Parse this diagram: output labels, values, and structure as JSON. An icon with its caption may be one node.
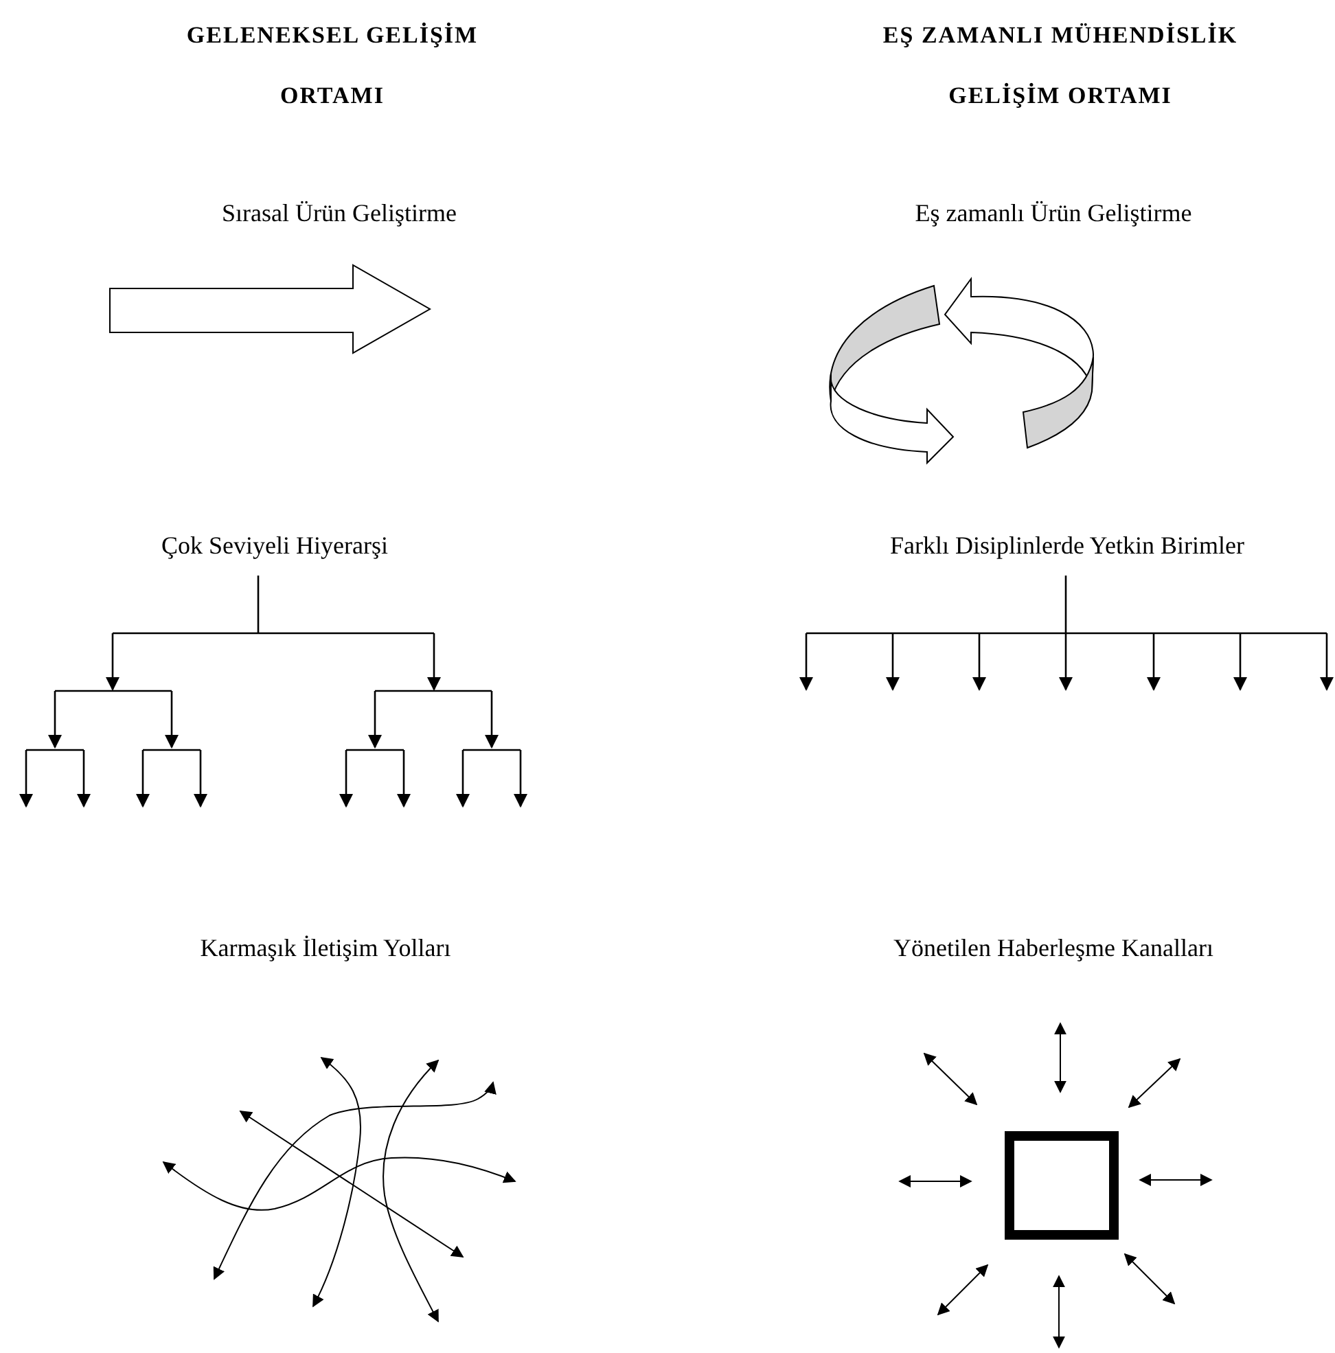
{
  "diagram": {
    "nodes": [
      {
        "text": [],
        "shape": "box"
      }
    ],
    "labels": [
      "GELENEKSEL GELİŞİM ORTAMI",
      "EŞ ZAMANLI MÜHENDİSLİK GELİŞİM ORTAMI",
      "Sırasal Ürün Geliştirme",
      "Eş zamanlı Ürün Geliştirme",
      "Çok Seviyeli Hiyerarşi",
      "Farklı Disiplinlerde Yetkin Birimler",
      "Karmaşık İletişim Yolları",
      "Yönetilen Haberleşme Kanalları"
    ]
  }
}
